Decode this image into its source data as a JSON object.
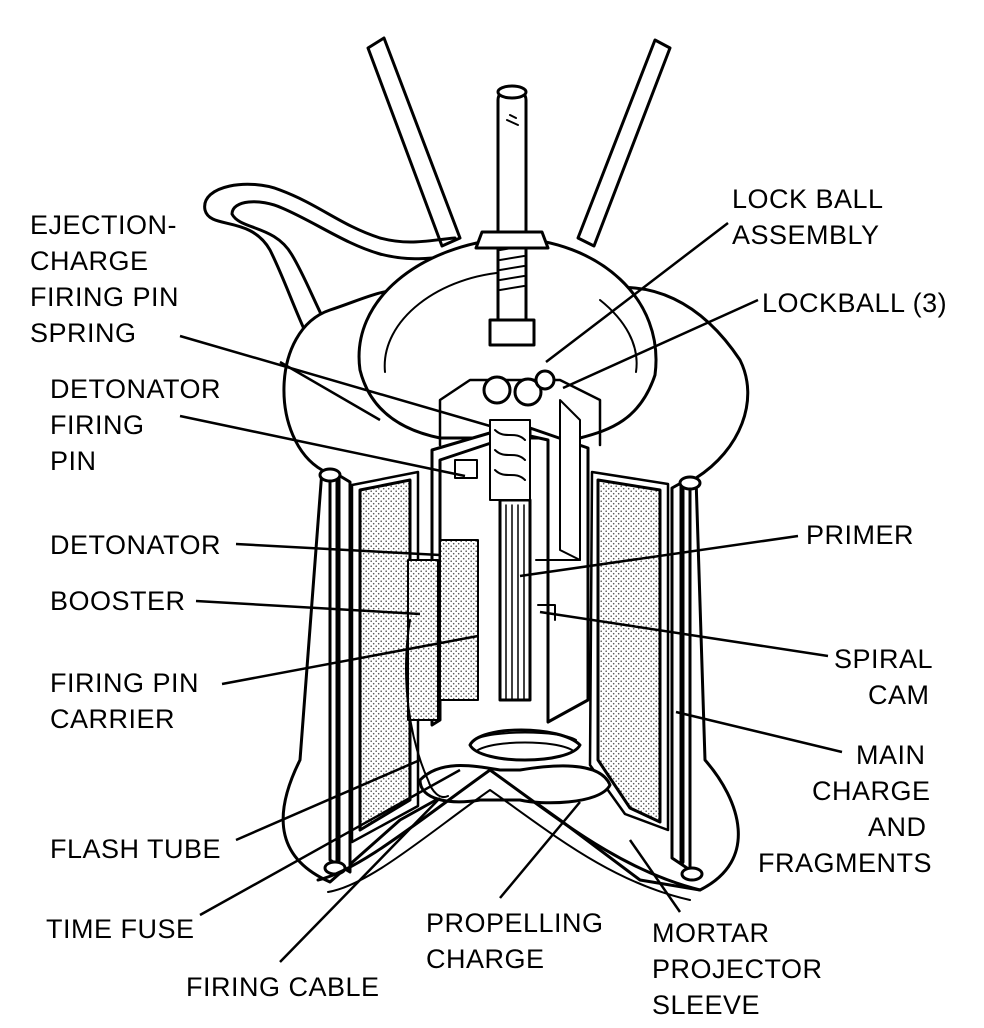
{
  "labels": {
    "ejection_spring": [
      "EJECTION-",
      "CHARGE",
      "FIRING PIN",
      "SPRING"
    ],
    "detonator_firing_pin": [
      "DETONATOR",
      "FIRING",
      "PIN"
    ],
    "detonator": "DETONATOR",
    "booster": "BOOSTER",
    "firing_pin_carrier": [
      "FIRING PIN",
      "CARRIER"
    ],
    "flash_tube": "FLASH TUBE",
    "time_fuse": "TIME FUSE",
    "firing_cable": "FIRING CABLE",
    "propelling_charge": [
      "PROPELLING",
      "CHARGE"
    ],
    "mortar_projector_sleeve": [
      "MORTAR",
      "PROJECTOR",
      "SLEEVE"
    ],
    "lock_ball_assembly": [
      "LOCK BALL",
      "ASSEMBLY"
    ],
    "lockball": "LOCKBALL (3)",
    "primer": "PRIMER",
    "spiral_cam": [
      "SPIRAL",
      "CAM"
    ],
    "main_charge": [
      "MAIN",
      "CHARGE",
      "AND",
      "FRAGMENTS"
    ]
  },
  "colors": {
    "line": "#000000",
    "fill_explosive": "#d9d9d9",
    "background": "#ffffff"
  }
}
